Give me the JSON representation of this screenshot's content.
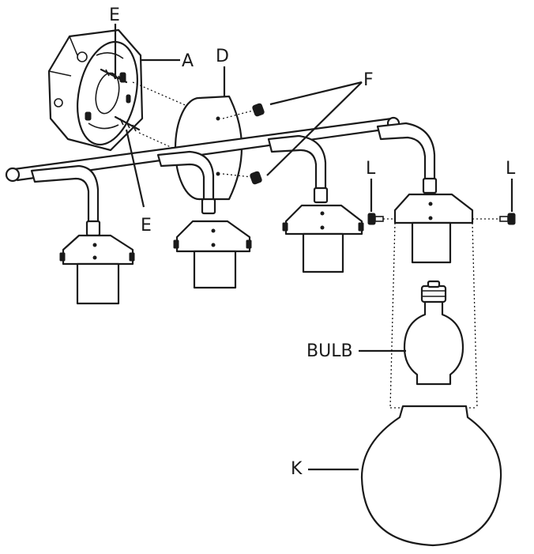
{
  "labels": {
    "A": "A",
    "D": "D",
    "E_top": "E",
    "E_bottom": "E",
    "F": "F",
    "L_left": "L",
    "L_right": "L",
    "bulb": "BULB",
    "K": "K"
  }
}
